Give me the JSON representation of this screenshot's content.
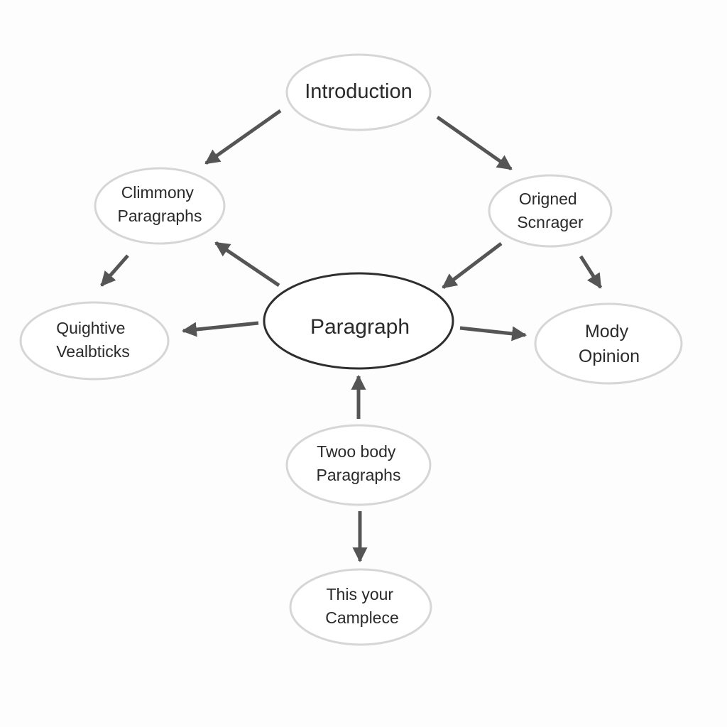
{
  "colors": {
    "arrow": "#555555",
    "node_border": "#d6d6d6",
    "center_border": "#2e2e2e",
    "text": "#2a2a2a",
    "background": "#fdfdfd"
  },
  "nodes": {
    "introduction": {
      "lines": [
        "Introduction"
      ]
    },
    "climmony": {
      "lines": [
        "Climmony",
        "Paragraphs"
      ]
    },
    "origned": {
      "lines": [
        "Origned",
        "Scnɾager"
      ]
    },
    "paragraph": {
      "lines": [
        "Paragraph"
      ]
    },
    "quightive": {
      "lines": [
        "Quightive",
        "Vealbticks"
      ]
    },
    "mody": {
      "lines": [
        "Mody",
        "Opinion"
      ]
    },
    "twoo": {
      "lines": [
        "Twoo body",
        "Paragraphs"
      ]
    },
    "this_your": {
      "lines": [
        "This your",
        "Camplece"
      ]
    }
  },
  "edges": [
    {
      "from": "introduction",
      "to": "climmony"
    },
    {
      "from": "introduction",
      "to": "origned"
    },
    {
      "from": "paragraph",
      "to": "climmony"
    },
    {
      "from": "climmony",
      "to": "quightive"
    },
    {
      "from": "origned",
      "to": "paragraph"
    },
    {
      "from": "origned",
      "to": "mody"
    },
    {
      "from": "paragraph",
      "to": "quightive"
    },
    {
      "from": "paragraph",
      "to": "mody"
    },
    {
      "from": "twoo",
      "to": "paragraph"
    },
    {
      "from": "twoo",
      "to": "this_your"
    }
  ]
}
